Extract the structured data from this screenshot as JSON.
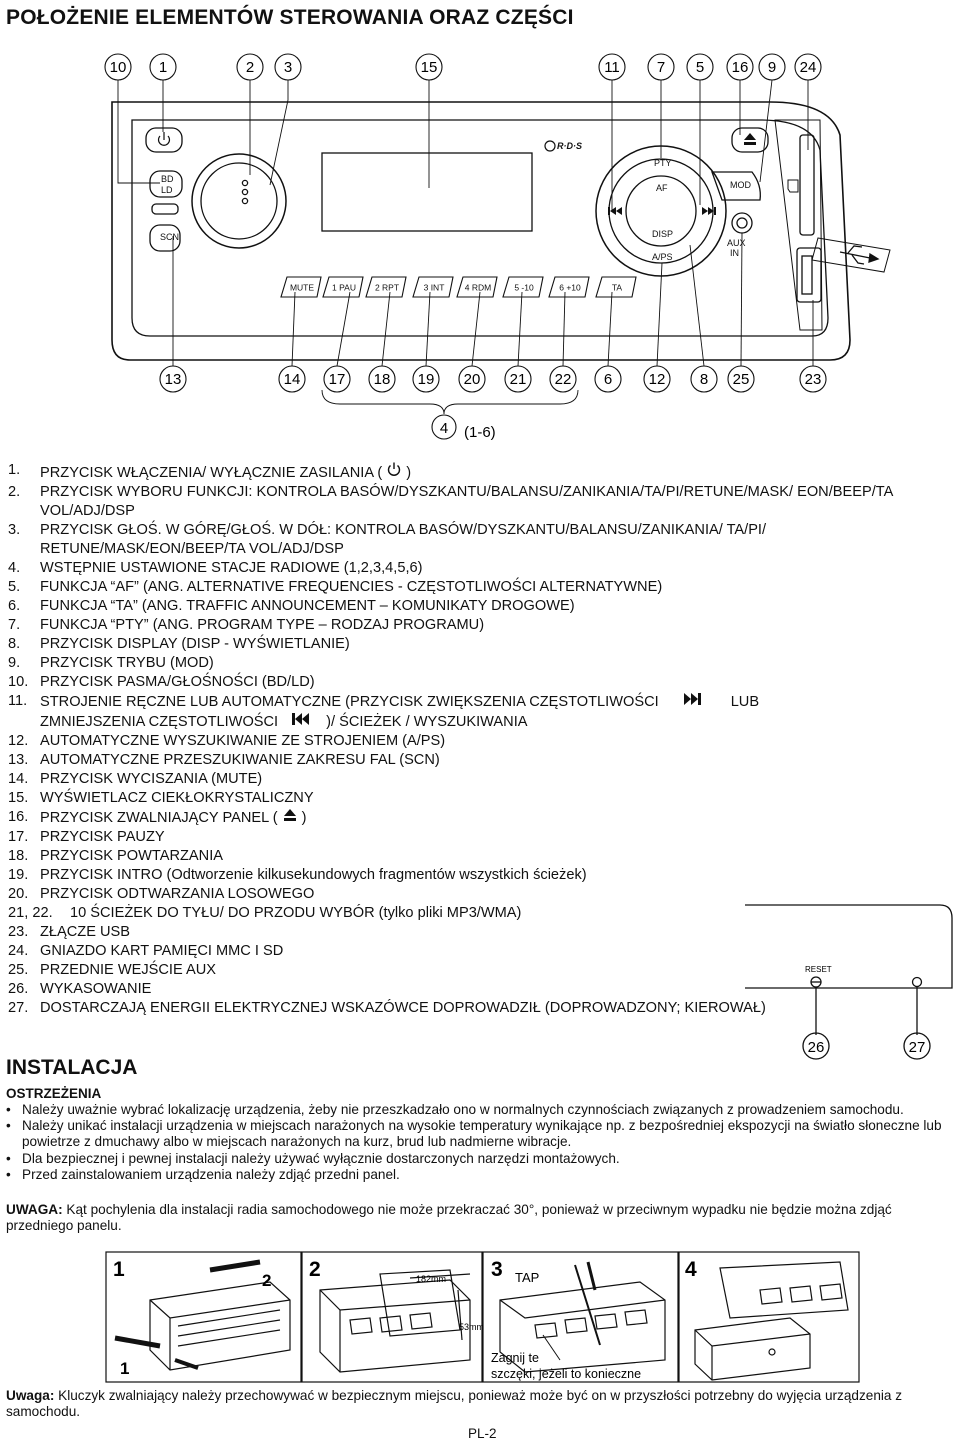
{
  "title": "POŁOŻENIE ELEMENTÓW STEROWANIA ORAZ CZĘŚCI",
  "callouts_top": [
    "10",
    "1",
    "2",
    "3",
    "15",
    "11",
    "7",
    "5",
    "16",
    "9",
    "24"
  ],
  "callouts_bottom": [
    "13",
    "14",
    "17",
    "18",
    "19",
    "20",
    "21",
    "22",
    "6",
    "12",
    "8",
    "25",
    "23"
  ],
  "callout_group": {
    "num": "4",
    "label": "(1-6)"
  },
  "callouts_side": [
    "26",
    "27"
  ],
  "panel": {
    "rds_logo": "R·D·S",
    "bd_ld": [
      "BD",
      "LD"
    ],
    "scn": "SCN",
    "pty": "PTY",
    "af": "AF",
    "mod": "MOD",
    "disp": "DISP",
    "aps": "A/PS",
    "aux": [
      "AUX",
      "IN"
    ],
    "buttons": [
      "MUTE",
      "1 PAU",
      "2 RPT",
      "3 INT",
      "4 RDM",
      "5 -10",
      "6 +10",
      "TA"
    ],
    "reset": "RESET"
  },
  "legend": [
    {
      "n": "1.",
      "t": "PRZYCISK WŁĄCZENIA/ WYŁĄCZNIE ZASILANIA (",
      "t2": ")",
      "glyph": "power"
    },
    {
      "n": "2.",
      "t": "PRZYCISK WYBORU FUNKCJI: KONTROLA BASÓW/DYSZKANTU/BALANSU/ZANIKANIA/TA/PI/RETUNE/MASK/ EON/BEEP/TA VOL/ADJ/DSP"
    },
    {
      "n": "3.",
      "t": "PRZYCISK GŁOŚ. W GÓRĘ/GŁOŚ. W DÓŁ: KONTROLA BASÓW/DYSZKANTU/BALANSU/ZANIKANIA/ TA/PI/ RETUNE/MASK/EON/BEEP/TA VOL/ADJ/DSP"
    },
    {
      "n": "4.",
      "t": "WSTĘPNIE USTAWIONE STACJE RADIOWE (1,2,3,4,5,6)"
    },
    {
      "n": "5.",
      "t": "FUNKCJA “AF” (ANG. ALTERNATIVE FREQUENCIES - CZĘSTOTLIWOŚCI ALTERNATYWNE)"
    },
    {
      "n": "6.",
      "t": "FUNKCJA “TA” (ANG. TRAFFIC ANNOUNCEMENT – KOMUNIKATY DROGOWE)"
    },
    {
      "n": "7.",
      "t": "FUNKCJA “PTY” (ANG. PROGRAM TYPE – RODZAJ PROGRAMU)"
    },
    {
      "n": "8.",
      "t": "PRZYCISK DISPLAY (DISP - WYŚWIETLANIE)"
    },
    {
      "n": "9.",
      "t": "PRZYCISK TRYBU (MOD)"
    },
    {
      "n": "10.",
      "t": "PRZYCISK PASMA/GŁOŚNOŚCI (BD/LD)"
    },
    {
      "n": "11.",
      "t": "STROJENIE RĘCZNE LUB AUTOMATYCZNE (PRZYCISK ZWIĘKSZENIA CZĘSTOTLIWOŚCI",
      "t2": "LUB",
      "t3": "ZMNIEJSZENIA CZĘSTOTLIWOŚCI",
      "t4": ")/ ŚCIEŻEK / WYSZUKIWANIA"
    },
    {
      "n": "12.",
      "t": "AUTOMATYCZNE WYSZUKIWANIE ZE STROJENIEM (A/PS)"
    },
    {
      "n": "13.",
      "t": "AUTOMATYCZNE PRZESZUKIWANIE ZAKRESU FAL (SCN)"
    },
    {
      "n": "14.",
      "t": "PRZYCISK WYCISZANIA (MUTE)"
    },
    {
      "n": "15.",
      "t": "WYŚWIETLACZ CIEKŁOKRYSTALICZNY"
    },
    {
      "n": "16.",
      "t": "PRZYCISK ZWALNIAJĄCY PANEL (",
      "t2": ")",
      "glyph": "eject"
    },
    {
      "n": "17.",
      "t": "PRZYCISK PAUZY"
    },
    {
      "n": "18.",
      "t": "PRZYCISK POWTARZANIA"
    },
    {
      "n": "19.",
      "t": "PRZYCISK INTRO (Odtworzenie kilkusekundowych fragmentów wszystkich ścieżek)"
    },
    {
      "n": "20.",
      "t": "PRZYCISK ODTWARZANIA LOSOWEGO"
    },
    {
      "n": "21, 22.",
      "t": "10 ŚCIEŻEK DO TYŁU/ DO PRZODU WYBÓR (tylko pliki MP3/WMA)"
    },
    {
      "n": "23.",
      "t": "ZŁĄCZE USB"
    },
    {
      "n": "24.",
      "t": "GNIAZDO KART PAMIĘCI MMC I SD"
    },
    {
      "n": "25.",
      "t": "PRZEDNIE WEJŚCIE AUX"
    },
    {
      "n": "26.",
      "t": "WYKASOWANIE"
    },
    {
      "n": "27.",
      "t": "DOSTARCZAJĄ ENERGII ELEKTRYCZNEJ WSKAZÓWCE DOPROWADZIŁ (DOPROWADZONY; KIEROWAŁ)"
    }
  ],
  "install": {
    "title": "INSTALACJA",
    "warning_head": "OSTRZEŻENIA",
    "bullets": [
      "Należy uważnie wybrać lokalizację urządzenia, żeby nie przeszkadzało ono w normalnych czynnościach związanych z prowadzeniem samochodu.",
      "Należy unikać instalacji urządzenia w miejscach narażonych na wysokie temperatury wynikające np. z bezpośredniej ekspozycji na światło słoneczne lub powietrze z dmuchawy albo w miejscach narażonych na kurz, brud lub nadmierne wibracje.",
      "Dla bezpiecznej i pewnej instalacji należy używać wyłącznie dostarczonych narzędzi montażowych.",
      "Przed zainstalowaniem urządzenia należy zdjąć przedni panel."
    ],
    "note_label": "UWAGA:",
    "note_text": "Kąt pochylenia dla instalacji radia samochodowego nie może przekraczać 30°, ponieważ w przeciwnym wypadku nie będzie można zdjąć przedniego panelu.",
    "steps": [
      {
        "num": "1",
        "labels": [
          "2",
          "1"
        ]
      },
      {
        "num": "2",
        "labels": [
          "182mm",
          "53mm"
        ]
      },
      {
        "num": "3",
        "labels": [
          "TAP",
          "Zagnij te",
          "szczęki, jeżeli to konieczne"
        ]
      },
      {
        "num": "4",
        "labels": []
      }
    ],
    "bottom_label": "Uwaga:",
    "bottom_text": "Kluczyk zwalniający należy przechowywać w bezpiecznym miejscu, ponieważ może być on w przyszłości potrzebny do wyjęcia urządzenia z samochodu."
  },
  "page_number": "PL-2"
}
